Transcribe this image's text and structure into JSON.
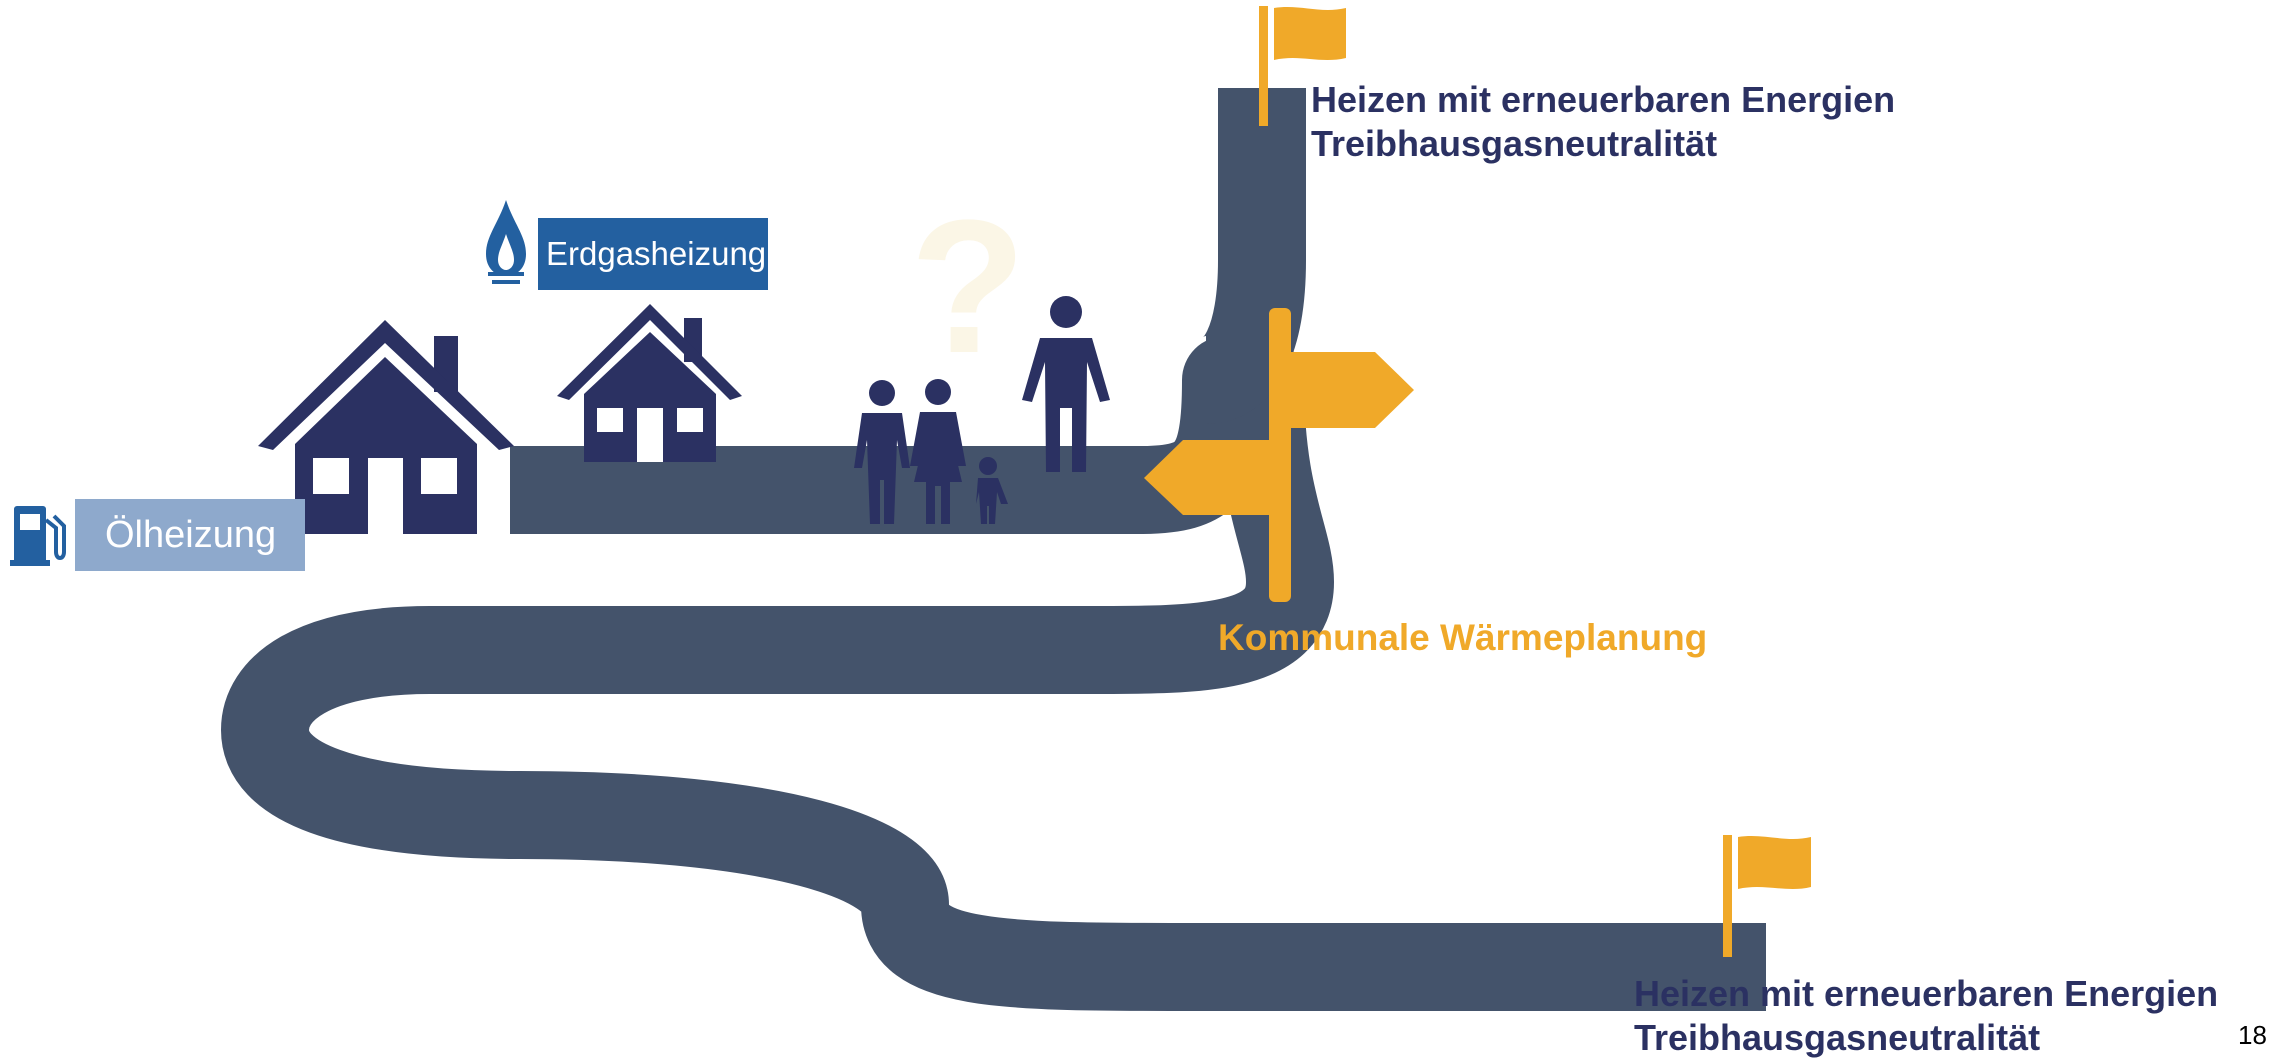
{
  "labels": {
    "oil_heating": "Ölheizung",
    "gas_heating": "Erdgasheizung",
    "goal_top_line1": "Heizen mit erneuerbaren Energien",
    "goal_top_line2": "Treibhausgasneutralität",
    "municipal_heat_planning": "Kommunale Wärmeplanung",
    "goal_bottom_line1": "Heizen mit erneuerbaren Energien",
    "goal_bottom_line2": "Treibhausgasneutralität"
  },
  "page_number": "18",
  "icons": [
    "fuel-pump-icon",
    "gas-flame-icon",
    "house-icon",
    "family-icon",
    "person-icon",
    "question-mark-icon",
    "flag-icon",
    "signpost-icon"
  ],
  "colors": {
    "road": "#44536b",
    "navy": "#2b3162",
    "accent_yellow": "#f0a929",
    "oil_box": "#8ea9cc",
    "gas_box": "#2360a0",
    "question_mark": "#fbf6e6"
  }
}
